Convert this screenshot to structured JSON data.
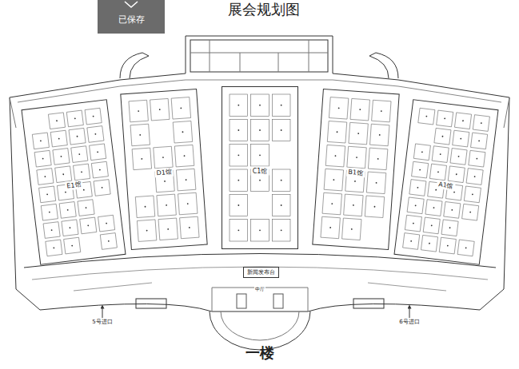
{
  "diagram": {
    "title": "展会规划图",
    "caption": "一楼",
    "nodes": [
      {
        "text": [
          "E1馆"
        ]
      },
      {
        "text": [
          "D1馆"
        ]
      },
      {
        "text": [
          "C1馆"
        ]
      },
      {
        "text": [
          "B1馆"
        ]
      },
      {
        "text": [
          "A1馆"
        ]
      },
      {
        "text": [
          "新闻发布台"
        ]
      }
    ],
    "labels": [
      "已保存",
      "中厅",
      "5号进口",
      "6号进口"
    ]
  }
}
